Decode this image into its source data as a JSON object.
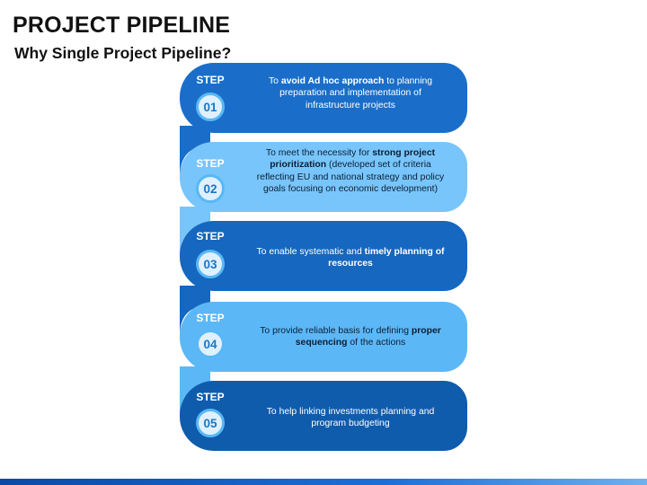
{
  "header": {
    "title": "PROJECT PIPELINE",
    "subtitle": "Why Single Project Pipeline?"
  },
  "colors": {
    "step_1": "#1a6ec9",
    "step_2": "#78c5fc",
    "step_3": "#1567bf",
    "step_4": "#5cb7f7",
    "step_5": "#0f5cad",
    "badge_fill": "#dff0ff",
    "badge_ring": "#58b8f6"
  },
  "steps": [
    {
      "label": "STEP",
      "number": "01",
      "text": [
        {
          "t": "To ",
          "b": false
        },
        {
          "t": "avoid Ad hoc approach",
          "b": true
        },
        {
          "t": " to planning preparation and implementation of infrastructure projects",
          "b": false
        }
      ]
    },
    {
      "label": "STEP",
      "number": "02",
      "text": [
        {
          "t": "To meet the necessity for ",
          "b": false
        },
        {
          "t": "strong project prioritization",
          "b": true
        },
        {
          "t": " (developed set of criteria reflecting EU and national strategy and policy goals focusing on economic development)",
          "b": false
        }
      ]
    },
    {
      "label": "STEP",
      "number": "03",
      "text": [
        {
          "t": "To enable systematic and ",
          "b": false
        },
        {
          "t": "timely planning of resources",
          "b": true
        }
      ]
    },
    {
      "label": "STEP",
      "number": "04",
      "text": [
        {
          "t": "To provide reliable basis for defining ",
          "b": false
        },
        {
          "t": "proper sequencing",
          "b": true
        },
        {
          "t": " of the actions",
          "b": false
        }
      ]
    },
    {
      "label": "STEP",
      "number": "05",
      "text": [
        {
          "t": "To help linking investments planning and program budgeting",
          "b": false
        }
      ]
    }
  ]
}
